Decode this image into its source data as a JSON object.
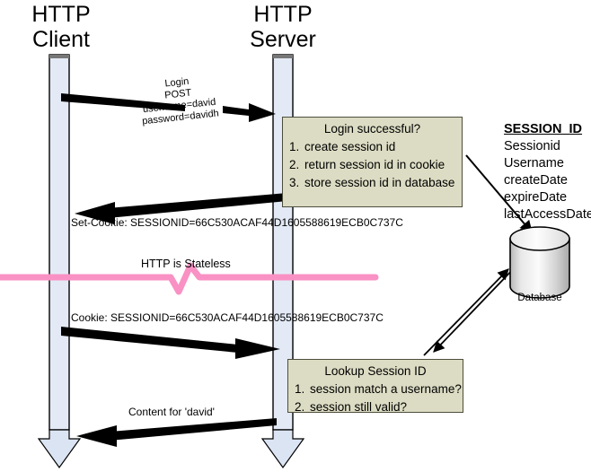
{
  "diagram": {
    "type": "sequence-diagram",
    "actors": [
      {
        "id": "client",
        "title": "HTTP\nClient"
      },
      {
        "id": "server",
        "title": "HTTP\nServer"
      }
    ],
    "messages": [
      {
        "id": "login-request",
        "label": "Login\nPOST\nusername=david\npassword=davidh",
        "from": "client",
        "to": "server"
      },
      {
        "id": "set-cookie",
        "label": "Set-Cookie: SESSIONID=66C530ACAF44D1605588619ECB0C737C",
        "from": "server",
        "to": "client"
      },
      {
        "id": "cookie-request",
        "label": "Cookie: SESSIONID=66C530ACAF44D1605588619ECB0C737C",
        "from": "client",
        "to": "server"
      },
      {
        "id": "content-response",
        "label": "Content for 'david'",
        "from": "server",
        "to": "client"
      }
    ],
    "boxes": [
      {
        "id": "login-successful",
        "title": "Login successful?",
        "steps": [
          "create session id",
          "return session id in cookie",
          "store session id in database"
        ]
      },
      {
        "id": "lookup-session",
        "title": "Lookup Session ID",
        "steps": [
          "session match a username?",
          "session still valid?"
        ]
      }
    ],
    "legend": {
      "title": "SESSION_ID",
      "fields": [
        "Sessionid",
        "Username",
        "createDate",
        "expireDate",
        "lastAccessDate"
      ]
    },
    "database": {
      "label": "Database"
    },
    "separator": {
      "label": "HTTP is Stateless",
      "color": "#f991c4"
    },
    "colors": {
      "lifeline": "#e3eaf6",
      "lifeline_border": "#000000",
      "box_fill": "#dcdcc4",
      "box_border": "#4d4d3d",
      "arrow": "#000000",
      "stateless_line": "#f991c4",
      "background": "#ffffff"
    }
  }
}
